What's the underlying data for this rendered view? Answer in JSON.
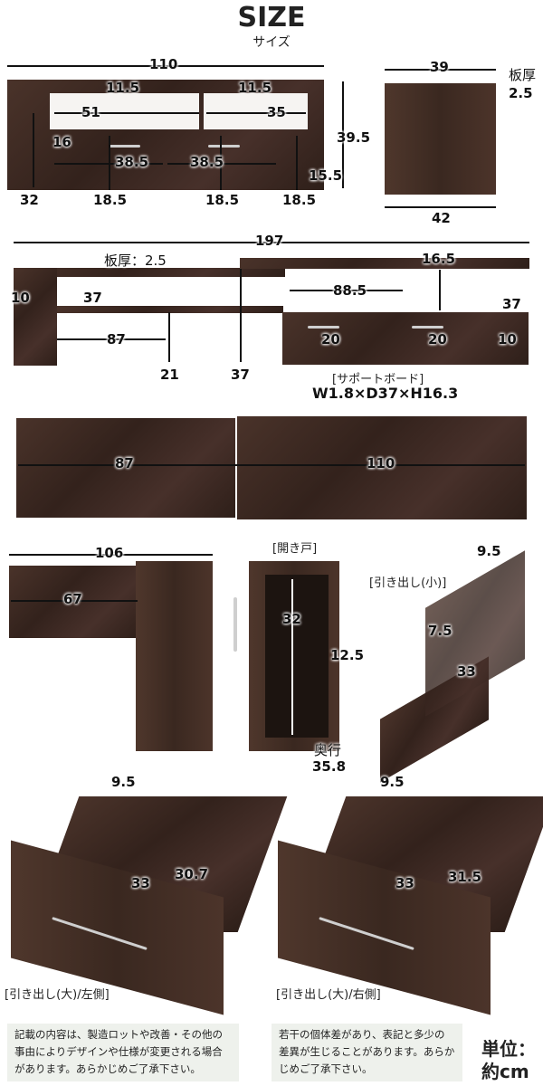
{
  "header": {
    "title": "SIZE",
    "subtitle": "サイズ"
  },
  "front": {
    "width": "110",
    "open1": "11.5",
    "open2": "11.5",
    "w1": "51",
    "w2": "35",
    "side_h": "16",
    "dw1": "38.5",
    "dw2": "38.5",
    "dh": "15.5",
    "height": "39.5",
    "d1": "18.5",
    "d2": "18.5",
    "d3": "18.5",
    "leg": "32"
  },
  "side": {
    "top": "39",
    "thickness_label": "板厚",
    "thickness": "2.5",
    "depth": "42"
  },
  "extended": {
    "width": "197",
    "thickness": "板厚：2.5",
    "h16": "16.5",
    "w885": "88.5",
    "d37a": "37",
    "d37b": "37",
    "h10": "10",
    "w87": "87",
    "h21": "21",
    "h37": "37",
    "dr20a": "20",
    "dr20b": "20",
    "dr10": "10"
  },
  "support": {
    "label": "[サポートボード]",
    "dims": "W1.8×D37×H16.3"
  },
  "top": {
    "left": "87",
    "right": "110"
  },
  "corner": {
    "width": "106",
    "inner": "67"
  },
  "door": {
    "label": "[開き戸]",
    "height": "32",
    "width": "12.5",
    "depth_label": "奥行",
    "depth": "35.8"
  },
  "drawer_small": {
    "label": "[引き出し(小)]",
    "h": "9.5",
    "w": "7.5",
    "d": "33"
  },
  "drawer_left": {
    "label": "[引き出し(大)/左側]",
    "h": "9.5",
    "d": "33",
    "w": "30.7"
  },
  "drawer_right": {
    "label": "[引き出し(大)/右側]",
    "h": "9.5",
    "d": "33",
    "w": "31.5"
  },
  "notes": [
    "記載の内容は、製造ロットや改善・その他の事由によりデザインや仕様が変更される場合があります。あらかじめご了承下さい。",
    "若干の個体差があり、表記と多少の差異が生じることがあります。あらかじめご了承下さい。"
  ],
  "unit": {
    "label": "単位：",
    "value": "約cm"
  }
}
